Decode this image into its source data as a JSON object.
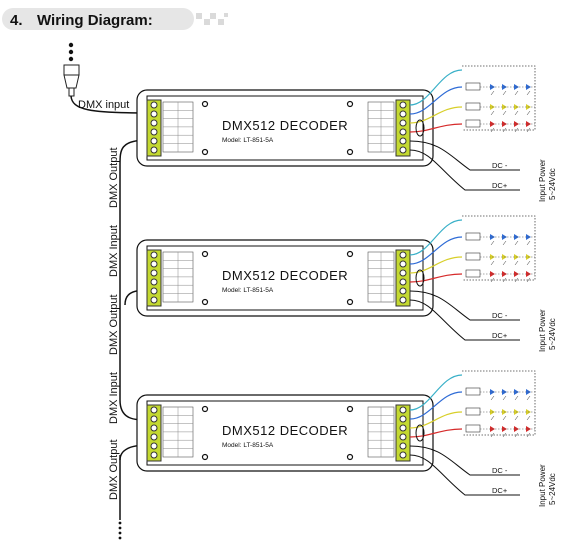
{
  "header": {
    "section_number": "4.",
    "title": "Wiring Diagram:"
  },
  "dmx_input_label": "DMX input",
  "decoders": [
    {
      "name": "DMX512 DECODER",
      "model": "Model:  LT-851-5A",
      "left_side_label": "DMX Output",
      "right_labels": {
        "dc_minus": "DC -",
        "dc_plus": "DC+",
        "input_power": "Input Power",
        "voltage": "5~24Vdc"
      }
    },
    {
      "name": "DMX512 DECODER",
      "model": "Model:  LT-851-5A",
      "left_side_label_top": "DMX Input",
      "left_side_label": "DMX Output",
      "right_labels": {
        "dc_minus": "DC -",
        "dc_plus": "DC+",
        "input_power": "Input Power",
        "voltage": "5~24Vdc"
      }
    },
    {
      "name": "DMX512 DECODER",
      "model": "Model:  LT-851-5A",
      "left_side_label_top": "DMX Input",
      "left_side_label": "DMX Output",
      "right_labels": {
        "dc_minus": "DC -",
        "dc_plus": "DC+",
        "input_power": "Input Power",
        "voltage": "5~24Vdc"
      }
    }
  ],
  "colors": {
    "terminal_green": "#c4d931",
    "wire_blue": "#2e6bd6",
    "wire_yellow": "#d8cf2a",
    "wire_red": "#d62a2a",
    "wire_cyan": "#39b0c8",
    "header_bar": "#e6e6e6"
  },
  "icons": {
    "dmx_plug": "dmx-xlr-plug-icon",
    "continuation": "dotted-continuation-icon"
  }
}
